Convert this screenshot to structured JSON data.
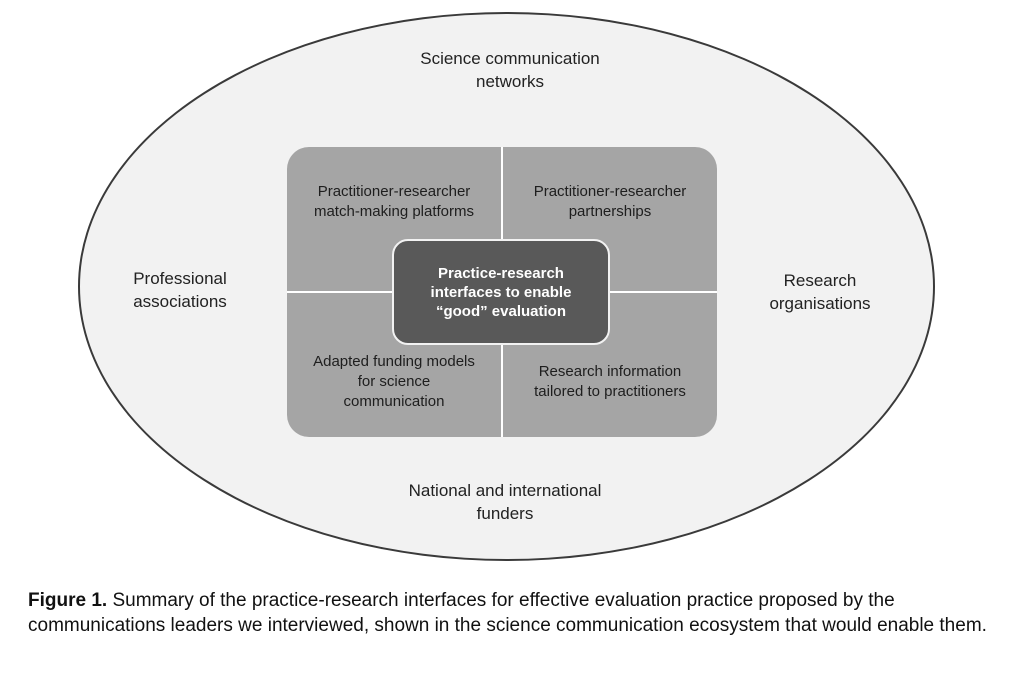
{
  "ecosystem": {
    "top": [
      "Science communication",
      "networks"
    ],
    "left": [
      "Professional",
      "associations"
    ],
    "right": [
      "Research",
      "organisations"
    ],
    "bottom": [
      "National and international",
      "funders"
    ]
  },
  "quadrants": {
    "top_left": [
      "Practitioner-researcher",
      "match-making platforms"
    ],
    "top_right": [
      "Practitioner-researcher",
      "partnerships"
    ],
    "bottom_left": [
      "Adapted funding models",
      "for science",
      "communication"
    ],
    "bottom_right": [
      "Research information",
      "tailored to practitioners"
    ]
  },
  "center": [
    "Practice-research",
    "interfaces to enable",
    "“good” evaluation"
  ],
  "caption": {
    "label": "Figure 1.",
    "text": " Summary of the practice-research interfaces for effective evaluation practice proposed by the communications leaders we interviewed, shown in the science communication ecosystem that would enable them."
  }
}
